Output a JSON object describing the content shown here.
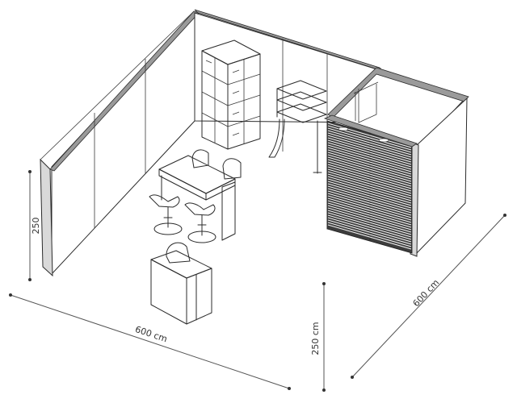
{
  "dimensions": {
    "height_left": "250",
    "width_front": "600 cm",
    "height_front": "250 cm",
    "depth_right": "600 cm"
  },
  "colors": {
    "line": "#2b2b2b",
    "wall_top": "#9a9a9a",
    "slatted_panel": "#3d3d3d",
    "background": "#ffffff"
  }
}
